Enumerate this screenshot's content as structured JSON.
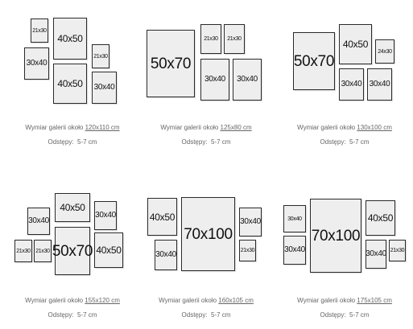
{
  "caption_label": "Wymiar galerii około",
  "spacing_label": "Odstępy:",
  "spacing_value": "5-7 cm",
  "galleries": [
    {
      "size": "120x110 cm",
      "frames": [
        "21x30",
        "40x50",
        "30x40",
        "21x30",
        "40x50",
        "30x40"
      ]
    },
    {
      "size": "125x80 cm",
      "frames": [
        "50x70",
        "21x30",
        "21x30",
        "30x40",
        "30x40"
      ]
    },
    {
      "size": "130x100 cm",
      "frames": [
        "50x70",
        "40x50",
        "24x30",
        "30x40",
        "30x40"
      ]
    },
    {
      "size": "155x120 cm",
      "frames": [
        "40x50",
        "30x40",
        "30x40",
        "21x30",
        "21x30",
        "50x70",
        "40x50"
      ]
    },
    {
      "size": "160x105 cm",
      "frames": [
        "40x50",
        "70x100",
        "30x40",
        "30x40",
        "21x30"
      ]
    },
    {
      "size": "175x105 cm",
      "frames": [
        "30x40",
        "70x100",
        "40x50",
        "30x40",
        "30x40",
        "21x30"
      ]
    }
  ]
}
